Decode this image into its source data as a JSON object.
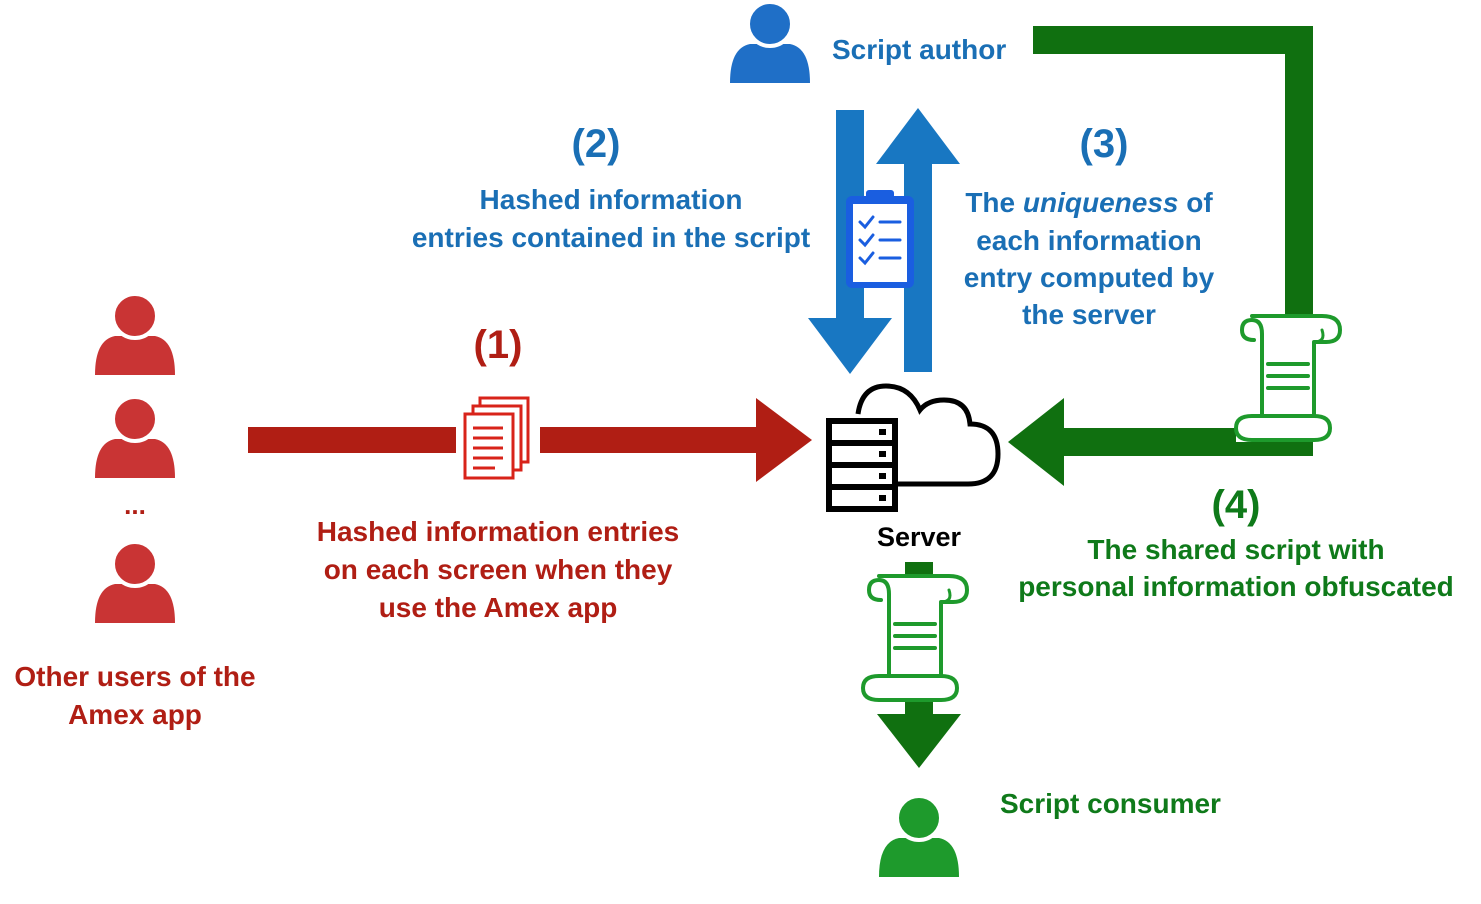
{
  "actors": {
    "other_users": "Other users of the\nAmex app",
    "ellipsis": "...",
    "script_author": "Script author",
    "script_consumer": "Script consumer",
    "server": "Server"
  },
  "steps": {
    "s1": {
      "number": "(1)",
      "text": "Hashed information entries\non each screen when they\nuse the Amex app"
    },
    "s2": {
      "number": "(2)",
      "text": "Hashed information\nentries contained in the script"
    },
    "s3": {
      "number": "(3)",
      "line1_pre": "The ",
      "line1_em": "uniqueness",
      "line1_post": " of",
      "rest": "each information\nentry computed by\nthe server"
    },
    "s4": {
      "number": "(4)",
      "text": "The shared script with\npersonal information obfuscated"
    }
  },
  "icons": {
    "user": "user-icon",
    "documents": "documents-icon",
    "clipboard": "clipboard-checklist-icon",
    "script": "script-scroll-icon",
    "server": "server-rack-icon",
    "cloud": "cloud-icon"
  },
  "colors": {
    "red": "#b01e14",
    "red_user": "#c93434",
    "blue": "#1877c2",
    "blue_user": "#1f6fc7",
    "blue_text": "#1a6fb5",
    "green": "#107010",
    "green_user": "#1e9a2c",
    "green_text": "#0f7a1a",
    "black": "#000000"
  }
}
